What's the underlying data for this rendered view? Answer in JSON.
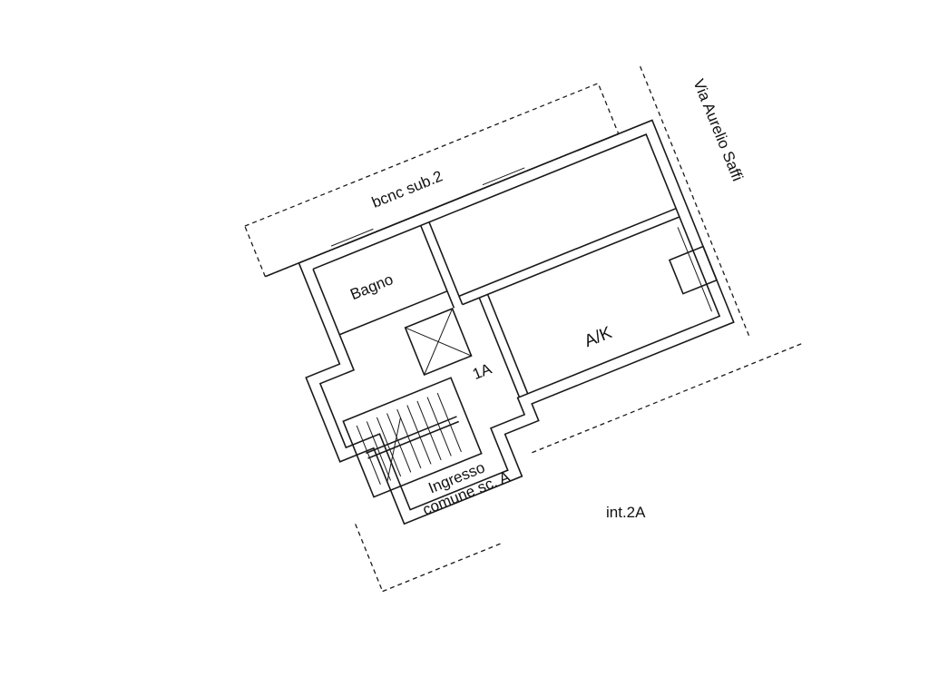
{
  "labels": {
    "balcony": "bcnc sub.2",
    "bathroom": "Bagno",
    "street": "Via Aurelio Saffi",
    "unit_marker": "1A",
    "living_kitchen": "A/K",
    "entrance_line1": "Ingresso",
    "entrance_line2": "comune sc. A",
    "neighbour_unit": "int.2A"
  }
}
